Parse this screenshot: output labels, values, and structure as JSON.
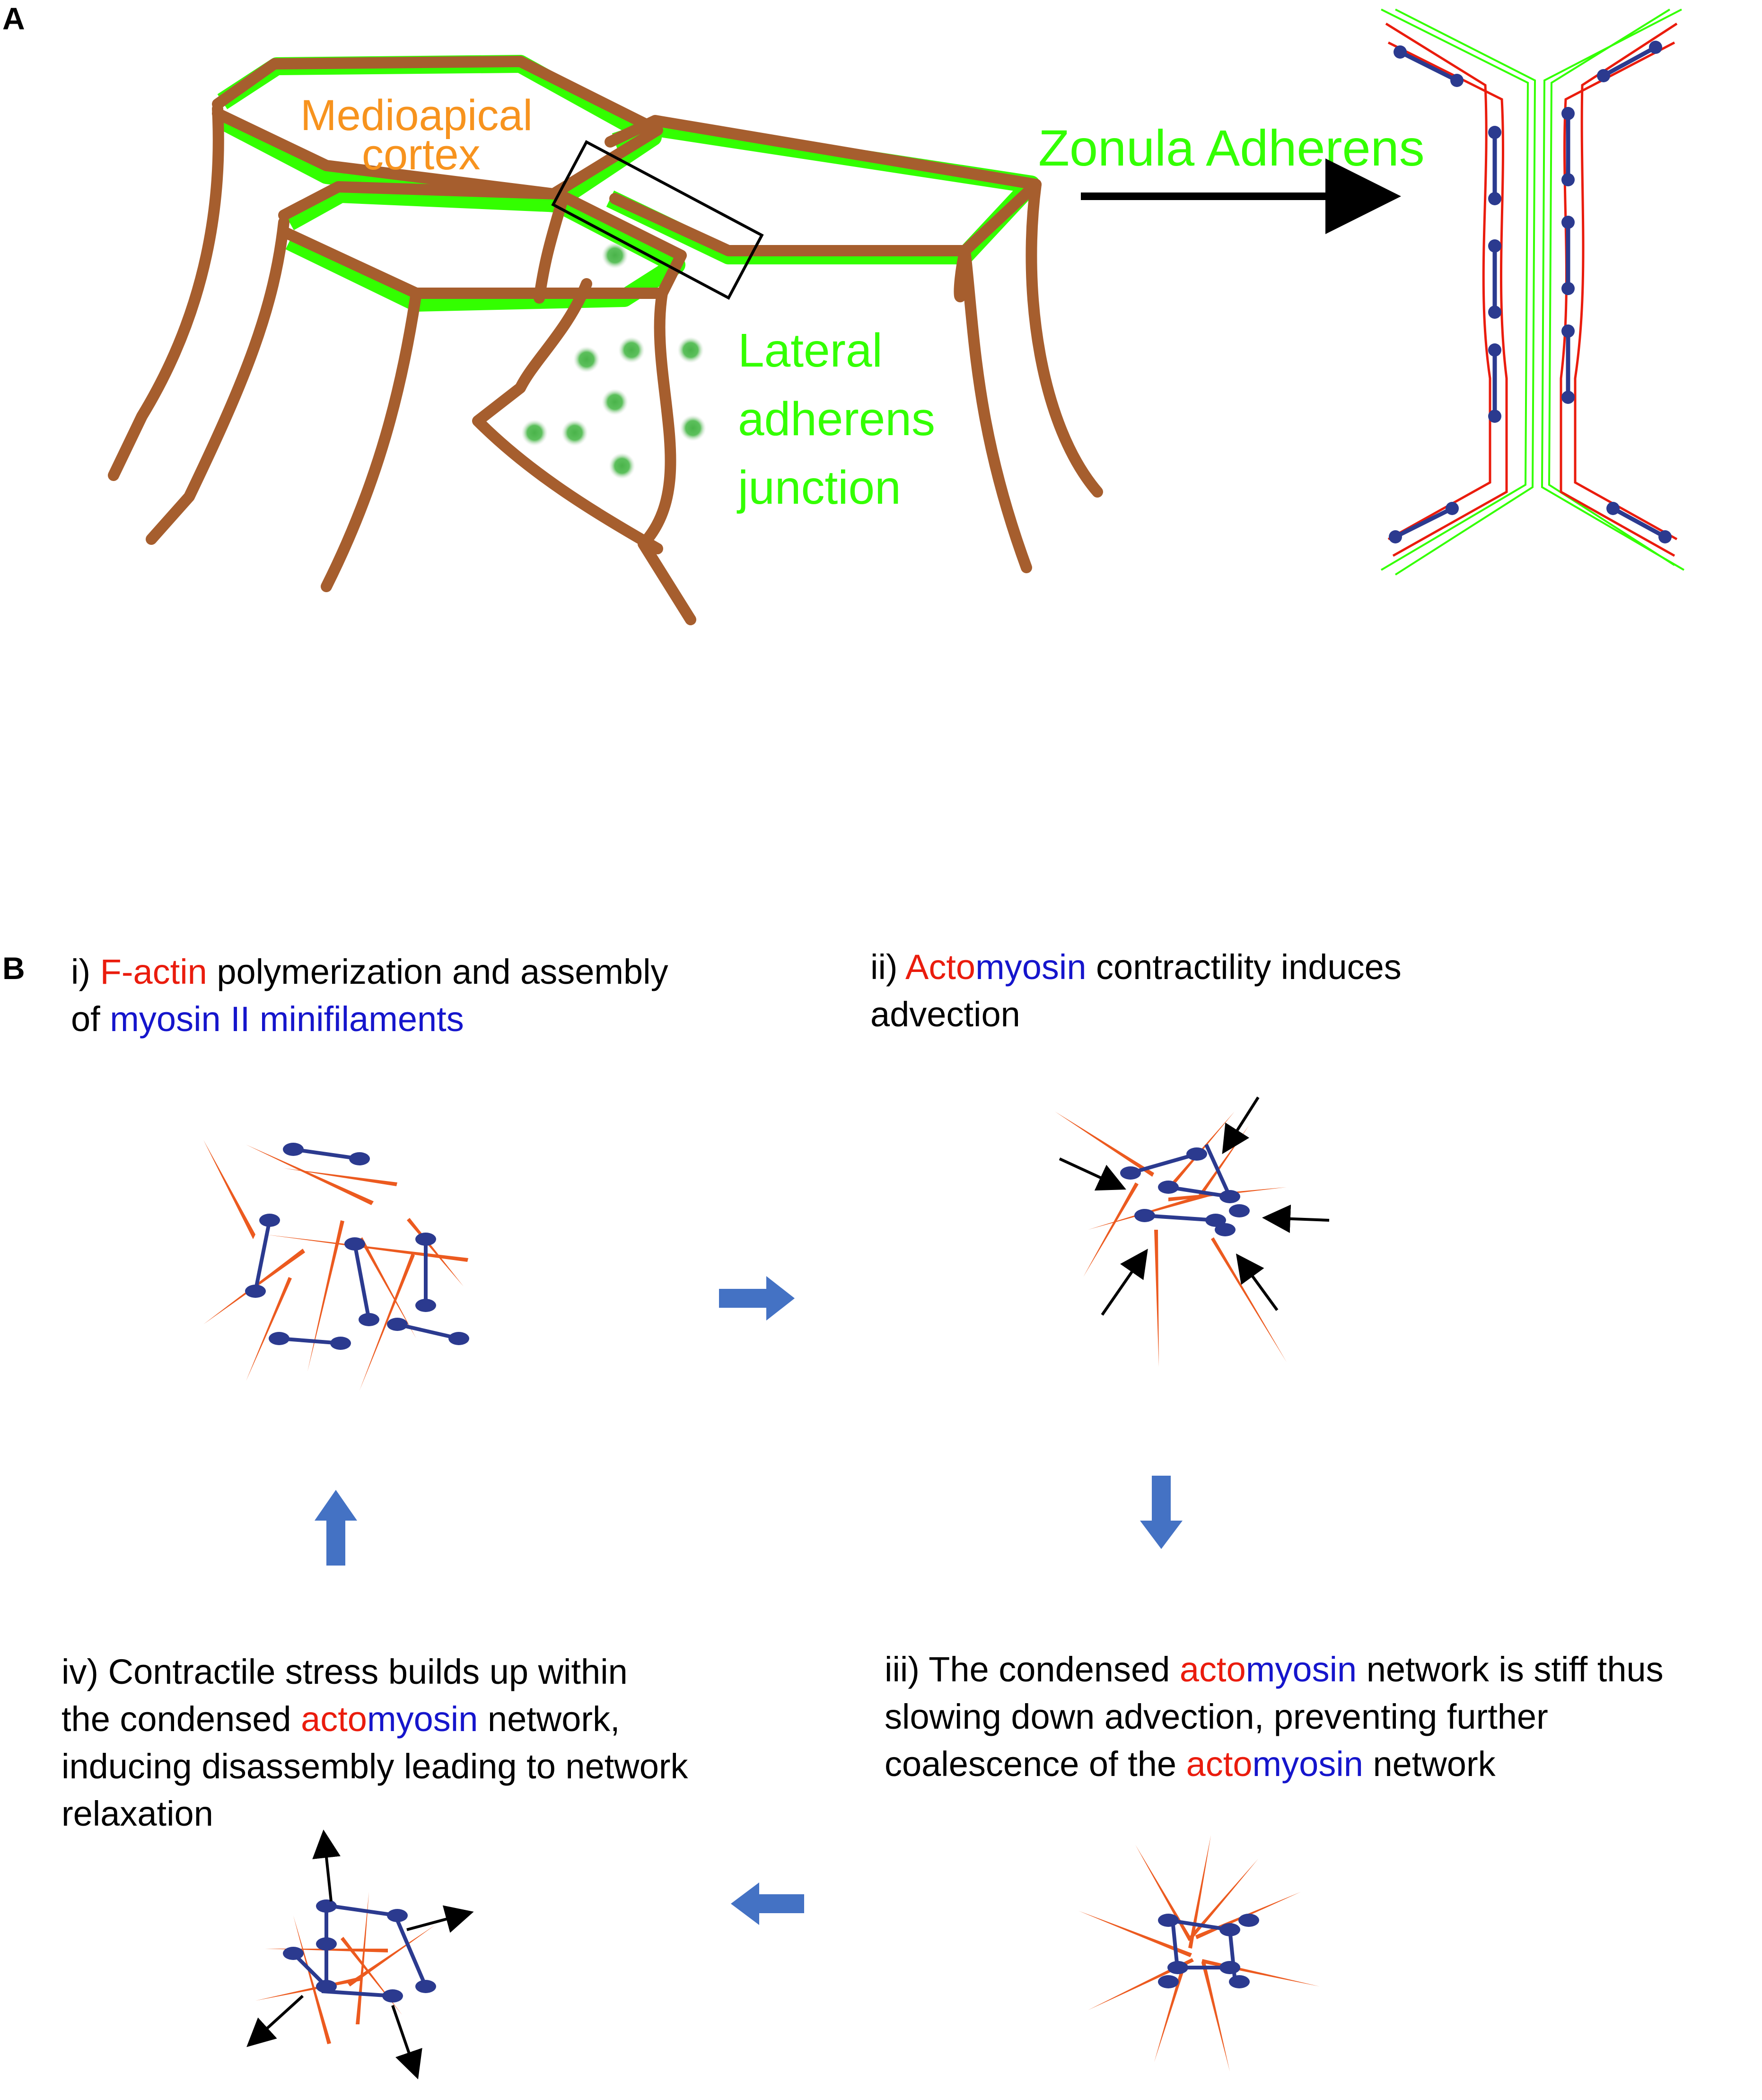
{
  "panel_a": {
    "letter": "A",
    "medioapical_line1": "Medioapical",
    "medioapical_line2": "cortex",
    "zonula": "Zonula Adherens",
    "lateral_line1": "Lateral",
    "lateral_line2": "adherens",
    "lateral_line3": "junction"
  },
  "panel_b": {
    "letter": "B",
    "step1": {
      "l1_a": "i) ",
      "l1_b": "F-actin",
      "l1_c": " polymerization and assembly",
      "l2_a": "of ",
      "l2_b": "myosin II minifilaments"
    },
    "step2": {
      "l1_a": "ii) ",
      "l1_b": "Acto",
      "l1_c": "myosin",
      "l1_d": " contractility induces",
      "l2": "advection"
    },
    "step3": {
      "l1_a": "iii) The condensed ",
      "l1_b": "acto",
      "l1_c": "myosin",
      "l1_d": " network is stiff thus",
      "l2": "slowing down advection, preventing further",
      "l3_a": "coalescence of the ",
      "l3_b": "acto",
      "l3_c": "myosin",
      "l3_d": " network"
    },
    "step4": {
      "l1": "iv) Contractile stress builds up within",
      "l2_a": "the condensed ",
      "l2_b": "acto",
      "l2_c": "myosin",
      "l2_d": " network,",
      "l3": "inducing disassembly leading to network",
      "l4": "relaxation"
    }
  },
  "colors": {
    "cell_outline": "#a65e2e",
    "junction_green": "#33ff00",
    "label_orange": "#f7931e",
    "actin_red": "#ea1c0d",
    "myosin_blue": "#1515cc",
    "cycle_arrow": "#4472c4",
    "myosin_head": "#2b3a8f"
  }
}
